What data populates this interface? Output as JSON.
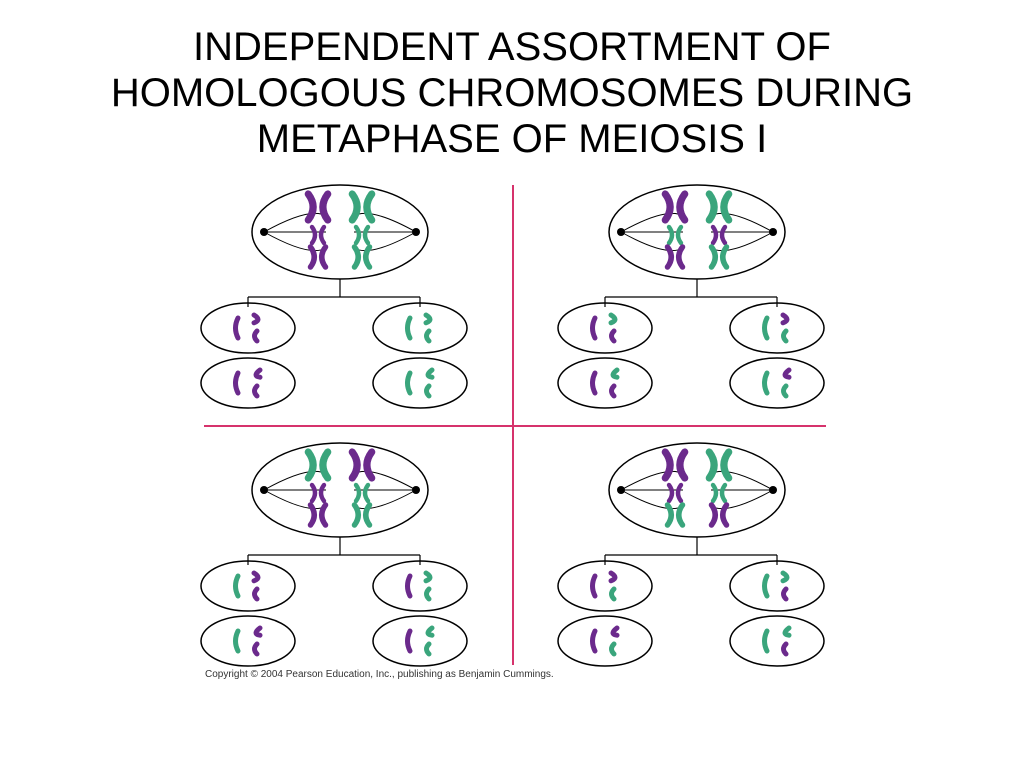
{
  "title": {
    "lines": [
      "INDEPENDENT ASSORTMENT OF",
      "HOMOLOGOUS CHROMOSOMES DURING",
      "METAPHASE OF MEIOSIS I"
    ]
  },
  "copyright": "Copyright © 2004 Pearson Education, Inc., publishing as Benjamin Cummings.",
  "colors": {
    "purple": "#6b2a8c",
    "green": "#3aa57c",
    "divider": "#d6336c",
    "outline": "#000000"
  },
  "arrangements": [
    {
      "cell": [
        [
          "P",
          "G"
        ],
        [
          "P",
          "G"
        ],
        [
          "P",
          "G"
        ]
      ],
      "daughters": [
        [
          "P",
          "P",
          "P"
        ],
        [
          "G",
          "G",
          "G"
        ],
        [
          "P",
          "P",
          "P"
        ],
        [
          "G",
          "G",
          "G"
        ]
      ]
    },
    {
      "cell": [
        [
          "P",
          "G"
        ],
        [
          "G",
          "P"
        ],
        [
          "P",
          "G"
        ]
      ],
      "daughters": [
        [
          "P",
          "G",
          "P"
        ],
        [
          "G",
          "P",
          "G"
        ],
        [
          "P",
          "G",
          "P"
        ],
        [
          "G",
          "P",
          "G"
        ]
      ]
    },
    {
      "cell": [
        [
          "G",
          "P"
        ],
        [
          "P",
          "G"
        ],
        [
          "P",
          "G"
        ]
      ],
      "daughters": [
        [
          "G",
          "P",
          "P"
        ],
        [
          "P",
          "G",
          "G"
        ],
        [
          "G",
          "P",
          "P"
        ],
        [
          "P",
          "G",
          "G"
        ]
      ]
    },
    {
      "cell": [
        [
          "P",
          "G"
        ],
        [
          "P",
          "G"
        ],
        [
          "G",
          "P"
        ]
      ],
      "daughters": [
        [
          "P",
          "P",
          "G"
        ],
        [
          "G",
          "G",
          "P"
        ],
        [
          "P",
          "P",
          "G"
        ],
        [
          "G",
          "G",
          "P"
        ]
      ]
    }
  ]
}
